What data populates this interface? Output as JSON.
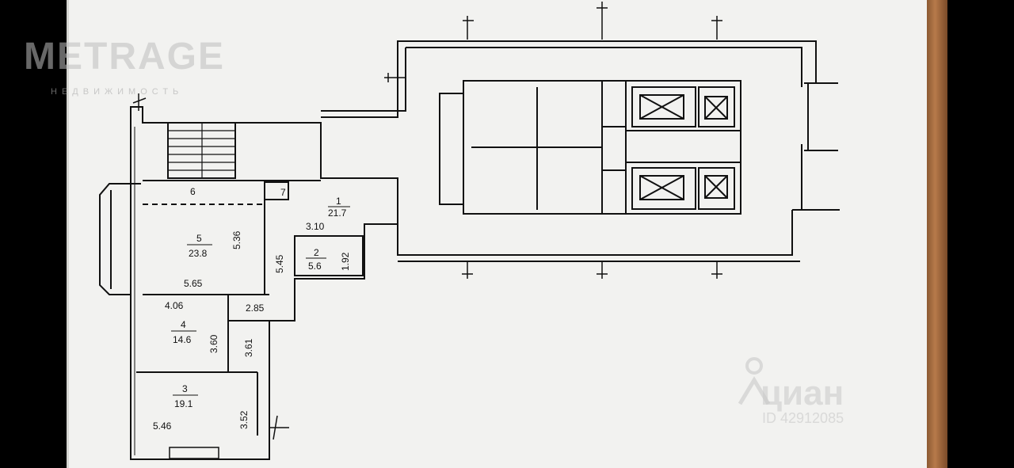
{
  "watermarks": {
    "brand": "METRAGE",
    "brand_sub": "НЕДВИЖИМОСТЬ",
    "listing_brand": "циан",
    "listing_id": "ID 42912085",
    "listing_icon": "location-pin-icon"
  },
  "floor_plan": {
    "rooms": [
      {
        "number": "1",
        "area": "21.7"
      },
      {
        "number": "2",
        "area": "5.6"
      },
      {
        "number": "3",
        "area": "19.1"
      },
      {
        "number": "4",
        "area": "14.6"
      },
      {
        "number": "5",
        "area": "23.8"
      },
      {
        "number": "6",
        "area": ""
      },
      {
        "number": "7",
        "area": ""
      }
    ],
    "dimensions": {
      "d_536": "5.36",
      "d_565": "5.65",
      "d_545": "5.45",
      "d_310": "3.10",
      "d_192": "1.92",
      "d_406": "4.06",
      "d_285": "2.85",
      "d_360": "3.60",
      "d_361": "3.61",
      "d_352": "3.52",
      "d_546": "5.46"
    }
  }
}
